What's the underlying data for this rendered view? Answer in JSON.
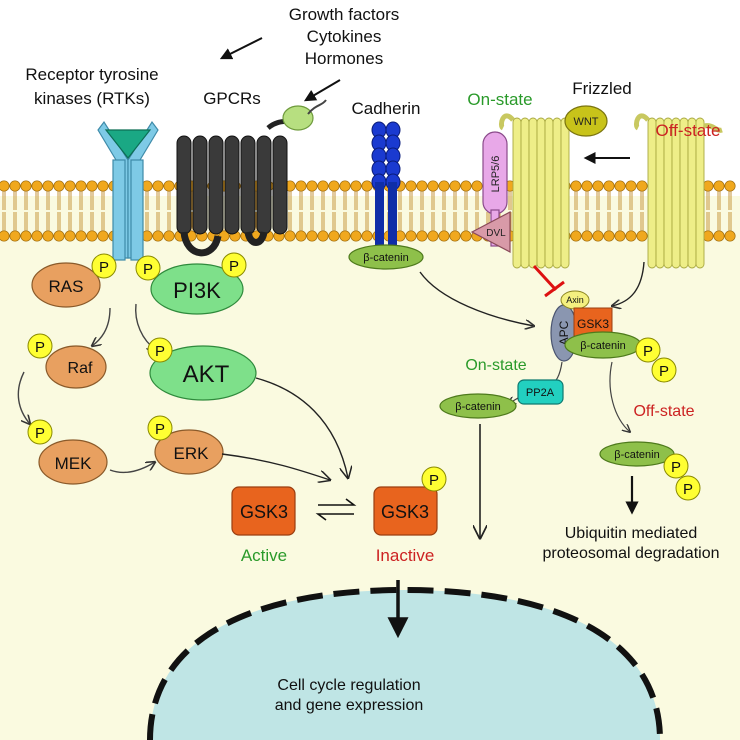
{
  "extracellular": {
    "signals": {
      "line1": "Growth factors",
      "line2": "Cytokines",
      "line3": "Hormones"
    },
    "rtk_label": {
      "line1": "Receptor tyrosine",
      "line2": "kinases (RTKs)"
    },
    "gpcr_label": "GPCRs",
    "cadherin_label": "Cadherin",
    "frizzled_label": "Frizzled",
    "wnt_label": "WNT",
    "on_state_top": "On-state",
    "off_state_top": "Off-state"
  },
  "membrane_proteins": {
    "lrp_label": "LRP5/6",
    "dvl_label": "DVL"
  },
  "rtk_pathway": {
    "ras": "RAS",
    "raf": "Raf",
    "mek": "MEK",
    "erk": "ERK",
    "pi3k": "PI3K",
    "akt": "AKT",
    "phospho": "P"
  },
  "gsk3": {
    "active_label": "GSK3",
    "active_state": "Active",
    "inactive_label": "GSK3",
    "inactive_state": "Inactive"
  },
  "wnt_pathway": {
    "beta_catenin": "β-catenin",
    "axin": "Axin",
    "apc": "APC",
    "gsk3": "GSK3",
    "pp2a": "PP2A",
    "on_state": "On-state",
    "off_state": "Off-state",
    "degradation": {
      "line1": "Ubiquitin mediated",
      "line2": "proteosomal degradation"
    }
  },
  "nucleus": {
    "line1": "Cell cycle regulation",
    "line2": "and gene expression"
  },
  "colors": {
    "cytoplasm": "#fafae0",
    "membrane_head": "#f0a81e",
    "orange_protein": "#e8a060",
    "green_protein": "#7ee08a",
    "gsk3": "#e8641e",
    "phospho": "#ffff33",
    "beta_catenin": "#8ec04a",
    "frizzled": "#eeee88",
    "nucleus": "#bfe5e5",
    "on_state_text": "#2a9a2a",
    "off_state_text": "#cc2222",
    "inhibit": "#dd1111"
  }
}
